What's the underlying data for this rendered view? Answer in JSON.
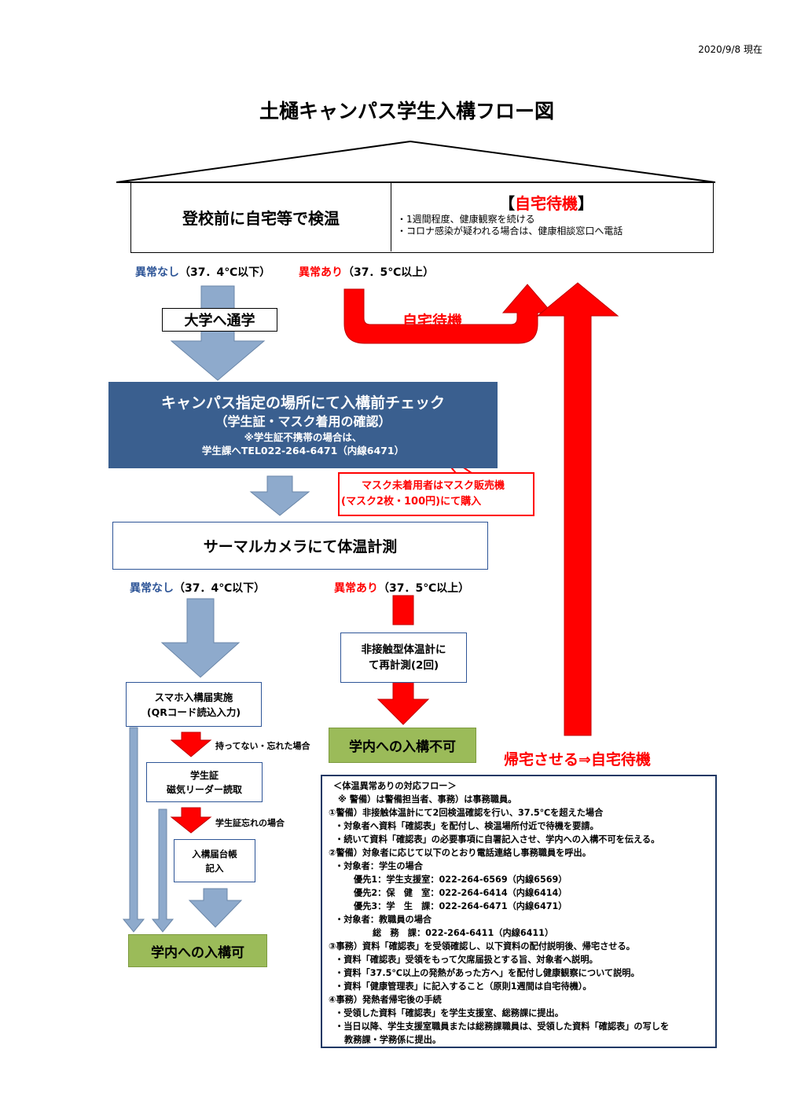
{
  "date_note": "2020/9/8 現在",
  "title": "土樋キャンパス学生入構フロー図",
  "top": {
    "left_label": "登校前に自宅等で検温",
    "right_title_open": "【",
    "right_title": "自宅待機",
    "right_title_close": "】",
    "right_line1": "・1週間程度、健康観察を続ける",
    "right_line2": "・コロナ感染が疑われる場合は、健康相談窓口へ電話"
  },
  "cond1": {
    "normal": "異常なし",
    "normal_range": "（37．4℃以下）",
    "abnormal": "異常あり",
    "abnormal_range": "（37．5℃以上）"
  },
  "commute_label": "大学へ通学",
  "u_turn_label": "自宅待機",
  "check": {
    "line1": "キャンパス指定の場所にて入構前チェック",
    "line2": "（学生証・マスク着用の確認）",
    "line3": "※学生証不携帯の場合は、",
    "line4": "学生課へTEL022-264-6471（内線6471）"
  },
  "mask_note": {
    "line1": "マスク未着用者はマスク販売機",
    "line2": "(マスク2枚・100円)にて購入"
  },
  "thermal_label": "サーマルカメラにて体温計測",
  "cond2": {
    "normal": "異常なし",
    "normal_range": "（37．4℃以下）",
    "abnormal": "異常あり",
    "abnormal_range": "（37．5℃以上）"
  },
  "recheck": {
    "line1": "非接触型体温計に",
    "line2": "て再計測(2回)"
  },
  "deny_label": "学内への入構不可",
  "go_home_label": "帰宅させる⇒自宅待機",
  "smartphone": {
    "line1": "スマホ入構届実施",
    "line2": "(QRコード読込入力)"
  },
  "no_phone_note": "持ってない・忘れた場合",
  "card": {
    "line1": "学生証",
    "line2": "磁気リーダー読取"
  },
  "forgot_card_note": "学生証忘れの場合",
  "ledger": {
    "line1": "入構届台帳",
    "line2": "記入"
  },
  "allow_label": "学内への入構可",
  "memo": {
    "heading": "＜体温異常ありの対応フロー＞",
    "lines": [
      "※ 警備）は警備担当者、事務）は事務職員。",
      "①警備）非接触体温計にて2回検温確認を行い、37.5℃を超えた場合",
      "・対象者へ資料「確認表」を配付し、検温場所付近で待機を要請。",
      "・続いて資料「確認表」の必要事項に自署記入させ、学内への入構不可を伝える。",
      "②警備）対象者に応じて以下のとおり電話連絡し事務職員を呼出。",
      "・対象者：学生の場合",
      "優先1：学生支援室：022-264-6569（内線6569）",
      "優先2：保　健　室：022-264-6414（内線6414）",
      "優先3：学　生　課：022-264-6471（内線6471）",
      "・対象者：教職員の場合",
      "総　務　課：022-264-6411（内線6411）",
      "③事務）資料「確認表」を受領確認し、以下資料の配付説明後、帰宅させる。",
      "・資料「確認表」受領をもって欠席届扱とする旨、対象者へ説明。",
      "・資料「37.5℃以上の発熱があった方へ」を配付し健康観察について説明。",
      "・資料「健康管理表」に記入すること（原則1週間は自宅待機）。",
      "④事務）発熱者帰宅後の手続",
      "・受領した資料「確認表」を学生支援室、総務課に提出。",
      "・当日以降、学生支援室職員または総務課職員は、受領した資料「確認表」の写しを",
      "教務課・学務係に提出。"
    ]
  },
  "colors": {
    "blue_arrow": "#8eaacc",
    "red_arrow": "#ff0000",
    "check_box": "#3a5f8f",
    "green_box": "#9bbb59",
    "memo_border": "#1f3864"
  }
}
